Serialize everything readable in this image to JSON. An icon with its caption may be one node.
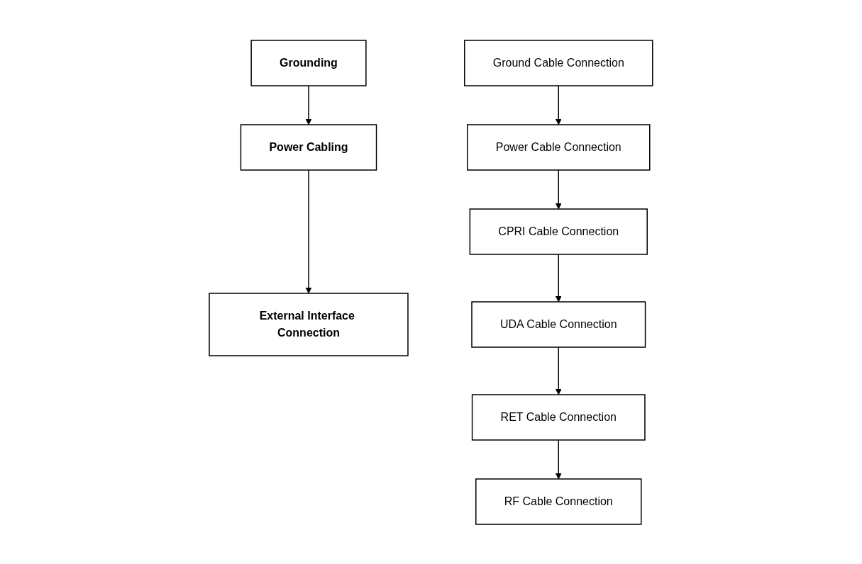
{
  "diagram": {
    "nodes": [
      {
        "text": [
          "Grounding"
        ]
      },
      {
        "text": [
          "Ground Cable Connection"
        ]
      },
      {
        "text": [
          "Power Cabling"
        ]
      },
      {
        "text": [
          "Power Cable Connection"
        ]
      },
      {
        "text": [
          "External Interface Connection"
        ]
      },
      {
        "text": [
          "CPRI Cable Connection"
        ]
      },
      {
        "text": [
          "UDA Cable Connection"
        ]
      },
      {
        "text": [
          "RET Cable Connection"
        ]
      },
      {
        "text": [
          "RF Cable Connection"
        ]
      }
    ],
    "edges": [
      {
        "from": 0,
        "to": 2,
        "arrow": "to"
      },
      {
        "from": 2,
        "to": 4,
        "arrow": "to"
      },
      {
        "from": 1,
        "to": 3,
        "arrow": "to"
      },
      {
        "from": 3,
        "to": 5,
        "arrow": "to"
      },
      {
        "from": 5,
        "to": 6,
        "arrow": "to"
      },
      {
        "from": 6,
        "to": 7,
        "arrow": "to"
      },
      {
        "from": 7,
        "to": 8,
        "arrow": "to"
      }
    ]
  }
}
